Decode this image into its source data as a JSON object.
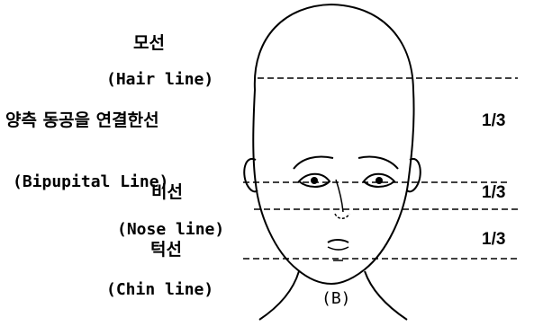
{
  "labels": {
    "hair_kr": "모선",
    "hair_en": "(Hair line)",
    "pupil_kr": "양측 동공을 연결한선",
    "pupil_en": "(Bipupital Line)",
    "nose_kr": "비선",
    "nose_en": "(Nose line)",
    "chin_kr": "턱선",
    "chin_en": "(Chin line)"
  },
  "fractions": {
    "upper": "1/3",
    "middle": "1/3",
    "lower": "1/3"
  },
  "figure_caption": "(B)"
}
